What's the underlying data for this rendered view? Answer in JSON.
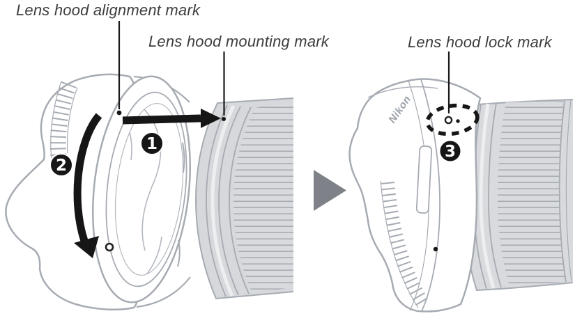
{
  "figure": {
    "labels": {
      "alignment": "Lens hood alignment mark",
      "mounting": "Lens hood mounting mark",
      "lock": "Lens hood lock mark"
    },
    "steps": [
      "1",
      "2",
      "3"
    ],
    "brand": "Nikon",
    "icons": {
      "attach_arrow": "arrow-right",
      "rotate_arrow": "curved-arrow-down",
      "next_step_arrow": "triangle-right"
    },
    "colors": {
      "outline_gray": "#a6abb2",
      "lens_fill": "#d7d9dc",
      "rib_line": "#a4a9b0",
      "action_black": "#1a1a1a",
      "next_arrow_gray": "#7e8288",
      "label_text": "#3d3d3d"
    }
  }
}
